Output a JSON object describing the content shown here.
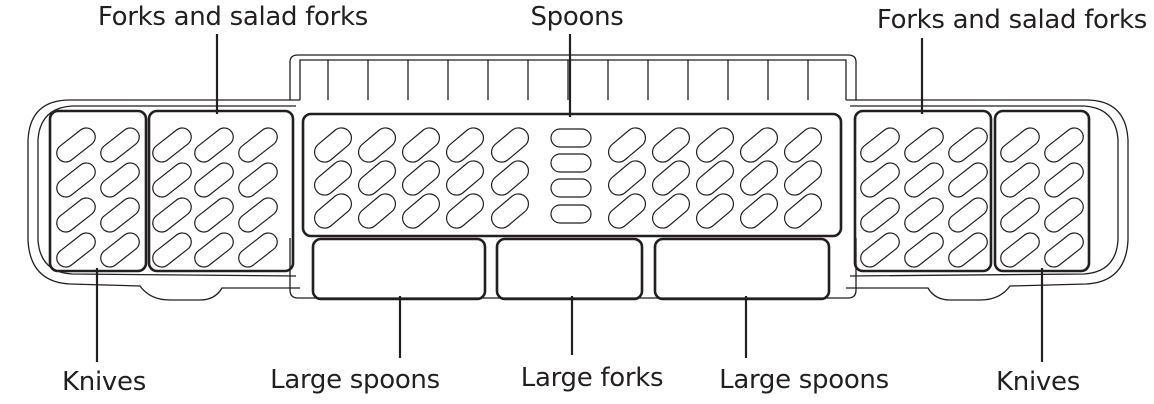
{
  "labels": {
    "forks_left": "Forks and salad forks",
    "spoons": "Spoons",
    "forks_right": "Forks and salad forks",
    "knives_left": "Knives",
    "large_spoons_left": "Large spoons",
    "large_forks": "Large forks",
    "large_spoons_right": "Large spoons",
    "knives_right": "Knives"
  },
  "colors": {
    "line": "#231f20",
    "background": "#ffffff"
  }
}
